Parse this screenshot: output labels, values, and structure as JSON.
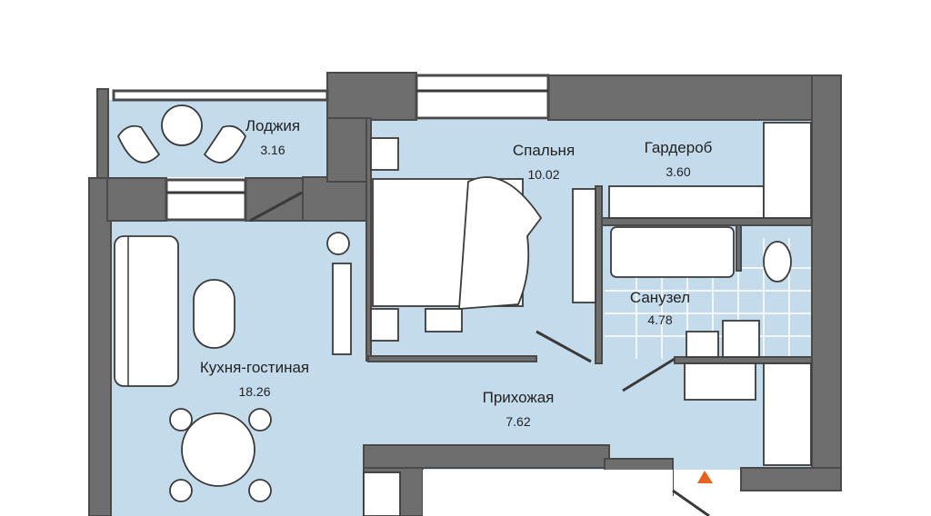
{
  "plan": {
    "rooms": [
      {
        "name": "Лоджия",
        "area": "3.16"
      },
      {
        "name": "Спальня",
        "area": "10.02"
      },
      {
        "name": "Гардероб",
        "area": "3.60"
      },
      {
        "name": "Санузел",
        "area": "4.78"
      },
      {
        "name": "Кухня-гостиная",
        "area": "18.26"
      },
      {
        "name": "Прихожая",
        "area": "7.62"
      }
    ],
    "entrance_marker_color": "#e8621c",
    "floor_color": "#c4dbec",
    "wall_color": "#6e6e6e"
  }
}
